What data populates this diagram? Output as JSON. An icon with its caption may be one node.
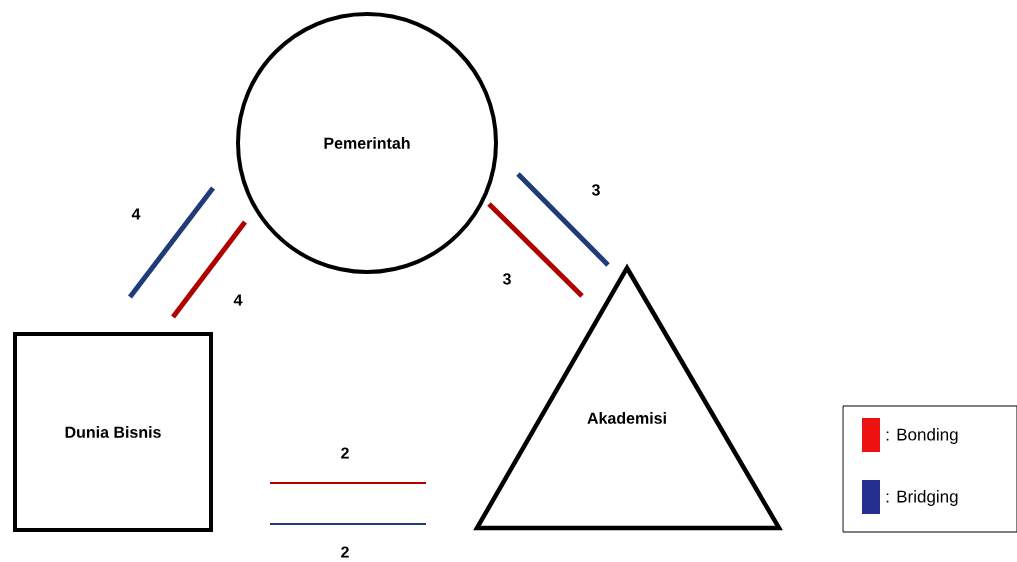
{
  "diagram": {
    "nodes": [
      {
        "text": [
          "Pemerintah"
        ]
      },
      {
        "text": [
          "Dunia Bisnis"
        ]
      },
      {
        "text": [
          "Akademisi"
        ]
      }
    ],
    "labels": [
      "4",
      "3",
      "4",
      "3",
      "2",
      "2"
    ],
    "legend": [
      {
        "text": ": Bonding",
        "color": "#ee1111"
      },
      {
        "text": ": Bridging",
        "color": "#252f8f"
      }
    ]
  }
}
